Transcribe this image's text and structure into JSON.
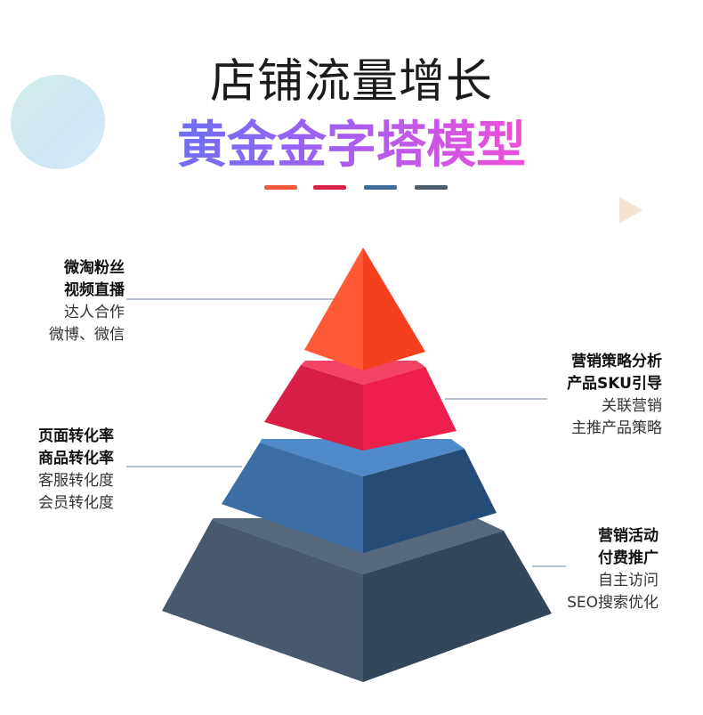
{
  "title": {
    "line1": "店铺流量增长",
    "line2": "黄金金字塔模型"
  },
  "accent_dashes": [
    "#f0573b",
    "#d9234b",
    "#3f6a9a",
    "#4d5c6b"
  ],
  "tiers": [
    {
      "bold": [
        "微淘粉丝",
        "视频直播"
      ],
      "normal": [
        "达人合作",
        "微博、微信"
      ],
      "colors": {
        "left": "#ff5a35",
        "right": "#f5401f",
        "top": "#ff5a35"
      }
    },
    {
      "bold": [
        "营销策略分析",
        "产品SKU引导"
      ],
      "normal": [
        "关联营销",
        "主推产品策略"
      ],
      "colors": {
        "left": "#d81d47",
        "right": "#ee1f4c",
        "top": "#f34466"
      }
    },
    {
      "bold": [
        "页面转化率",
        "商品转化率"
      ],
      "normal": [
        "客服转化度",
        "会员转化度"
      ],
      "colors": {
        "left": "#3b6ea5",
        "right": "#244c77",
        "top": "#4f8acb"
      }
    },
    {
      "bold": [
        "营销活动",
        "付费推广"
      ],
      "normal": [
        "自主访问",
        "SEO搜索优化"
      ],
      "colors": {
        "left": "#48596d",
        "right": "#34465a",
        "top": "#56687c"
      }
    }
  ]
}
